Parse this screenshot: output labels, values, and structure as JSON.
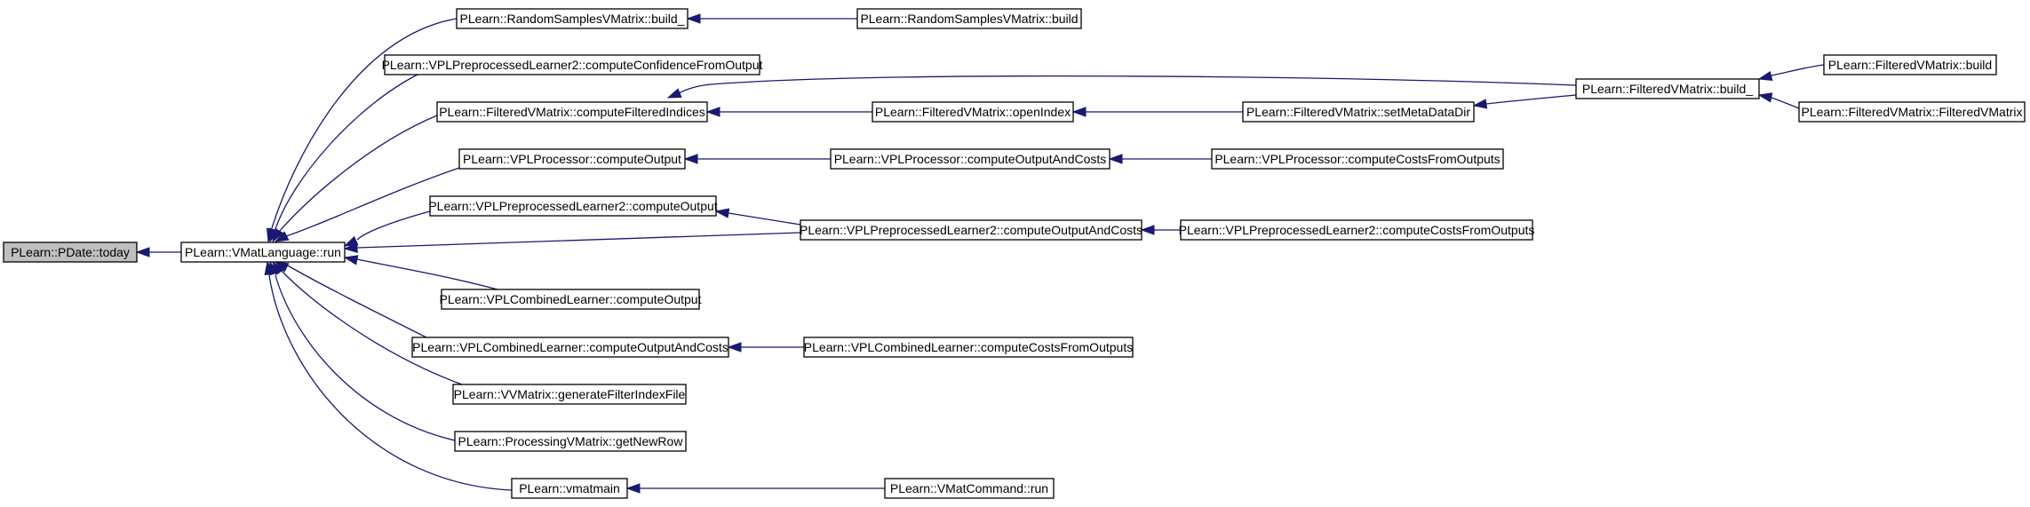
{
  "graph": {
    "nodes": [
      {
        "id": "pdate_today",
        "label": "PLearn::PDate::today",
        "root": true
      },
      {
        "id": "vmatlanguage_run",
        "label": "PLearn::VMatLanguage::run"
      },
      {
        "id": "randomsamples_build_",
        "label": "PLearn::RandomSamplesVMatrix::build_"
      },
      {
        "id": "randomsamples_build",
        "label": "PLearn::RandomSamplesVMatrix::build"
      },
      {
        "id": "vplpre2_confidence",
        "label": "PLearn::VPLPreprocessedLearner2::computeConfidenceFromOutput"
      },
      {
        "id": "filtered_computefiltered",
        "label": "PLearn::FilteredVMatrix::computeFilteredIndices"
      },
      {
        "id": "filtered_openindex",
        "label": "PLearn::FilteredVMatrix::openIndex"
      },
      {
        "id": "filtered_setmetadatadir",
        "label": "PLearn::FilteredVMatrix::setMetaDataDir"
      },
      {
        "id": "filtered_build_",
        "label": "PLearn::FilteredVMatrix::build_"
      },
      {
        "id": "filtered_build",
        "label": "PLearn::FilteredVMatrix::build"
      },
      {
        "id": "filtered_ctor",
        "label": "PLearn::FilteredVMatrix::FilteredVMatrix"
      },
      {
        "id": "vplproc_computeoutput",
        "label": "PLearn::VPLProcessor::computeOutput"
      },
      {
        "id": "vplproc_outputandcosts",
        "label": "PLearn::VPLProcessor::computeOutputAndCosts"
      },
      {
        "id": "vplproc_costsfromoutputs",
        "label": "PLearn::VPLProcessor::computeCostsFromOutputs"
      },
      {
        "id": "vplpre2_computeoutput",
        "label": "PLearn::VPLPreprocessedLearner2::computeOutput"
      },
      {
        "id": "vplpre2_outputandcosts",
        "label": "PLearn::VPLPreprocessedLearner2::computeOutputAndCosts"
      },
      {
        "id": "vplpre2_costsfromoutputs",
        "label": "PLearn::VPLPreprocessedLearner2::computeCostsFromOutputs"
      },
      {
        "id": "vplcomb_computeoutput",
        "label": "PLearn::VPLCombinedLearner::computeOutput"
      },
      {
        "id": "vplcomb_outputandcosts",
        "label": "PLearn::VPLCombinedLearner::computeOutputAndCosts"
      },
      {
        "id": "vplcomb_costsfromoutputs",
        "label": "PLearn::VPLCombinedLearner::computeCostsFromOutputs"
      },
      {
        "id": "vvmatrix_genfilter",
        "label": "PLearn::VVMatrix::generateFilterIndexFile"
      },
      {
        "id": "processing_getnewrow",
        "label": "PLearn::ProcessingVMatrix::getNewRow"
      },
      {
        "id": "vmatmain",
        "label": "PLearn::vmatmain"
      },
      {
        "id": "vmatcommand_run",
        "label": "PLearn::VMatCommand::run"
      }
    ],
    "edges": [
      {
        "from": "vmatlanguage_run",
        "to": "pdate_today"
      },
      {
        "from": "randomsamples_build_",
        "to": "vmatlanguage_run"
      },
      {
        "from": "vplpre2_confidence",
        "to": "vmatlanguage_run"
      },
      {
        "from": "filtered_computefiltered",
        "to": "vmatlanguage_run"
      },
      {
        "from": "vplproc_computeoutput",
        "to": "vmatlanguage_run"
      },
      {
        "from": "vplpre2_computeoutput",
        "to": "vmatlanguage_run"
      },
      {
        "from": "vplpre2_outputandcosts",
        "to": "vmatlanguage_run"
      },
      {
        "from": "vplcomb_computeoutput",
        "to": "vmatlanguage_run"
      },
      {
        "from": "vplcomb_outputandcosts",
        "to": "vmatlanguage_run"
      },
      {
        "from": "vvmatrix_genfilter",
        "to": "vmatlanguage_run"
      },
      {
        "from": "processing_getnewrow",
        "to": "vmatlanguage_run"
      },
      {
        "from": "vmatmain",
        "to": "vmatlanguage_run"
      },
      {
        "from": "randomsamples_build",
        "to": "randomsamples_build_"
      },
      {
        "from": "filtered_openindex",
        "to": "filtered_computefiltered"
      },
      {
        "from": "filtered_build_",
        "to": "filtered_computefiltered"
      },
      {
        "from": "filtered_setmetadatadir",
        "to": "filtered_openindex"
      },
      {
        "from": "filtered_build_",
        "to": "filtered_setmetadatadir"
      },
      {
        "from": "filtered_build",
        "to": "filtered_build_"
      },
      {
        "from": "filtered_ctor",
        "to": "filtered_build_"
      },
      {
        "from": "vplproc_outputandcosts",
        "to": "vplproc_computeoutput"
      },
      {
        "from": "vplproc_costsfromoutputs",
        "to": "vplproc_outputandcosts"
      },
      {
        "from": "vplpre2_outputandcosts",
        "to": "vplpre2_computeoutput"
      },
      {
        "from": "vplpre2_costsfromoutputs",
        "to": "vplpre2_outputandcosts"
      },
      {
        "from": "vplcomb_costsfromoutputs",
        "to": "vplcomb_outputandcosts"
      },
      {
        "from": "vmatcommand_run",
        "to": "vmatmain"
      }
    ]
  }
}
